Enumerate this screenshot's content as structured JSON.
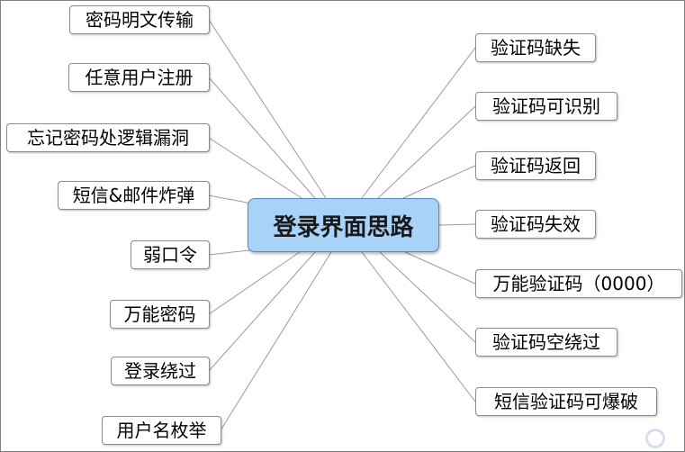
{
  "diagram": {
    "center_label": "登录界面思路",
    "left_branches": [
      "密码明文传输",
      "任意用户注册",
      "忘记密码处逻辑漏洞",
      "短信&邮件炸弹",
      "弱口令",
      "万能密码",
      "登录绕过",
      "用户名枚举"
    ],
    "right_branches": [
      "验证码缺失",
      "验证码可识别",
      "验证码返回",
      "验证码失效",
      "万能验证码（0000）",
      "验证码空绕过",
      "短信验证码可爆破"
    ]
  },
  "colors": {
    "center_fill": "#a8d2f8",
    "center_border": "#5a89b9",
    "node_border": "#8c8c8c",
    "link": "#9a9a9a"
  }
}
